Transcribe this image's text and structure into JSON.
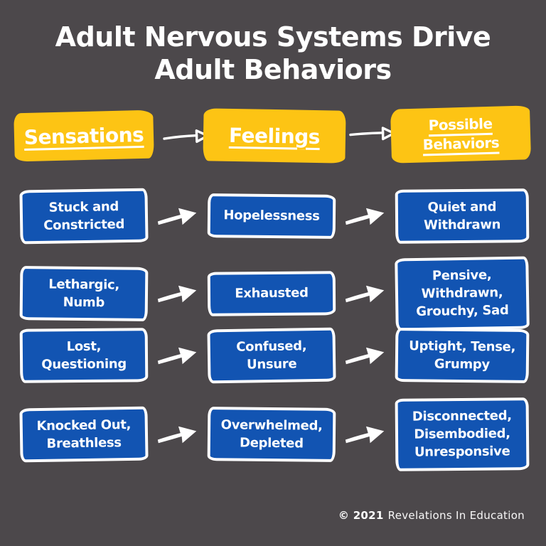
{
  "title": {
    "text": "Adult Nervous Systems Drive\nAdult Behaviors"
  },
  "header": {
    "columns": [
      {
        "id": "sensations",
        "label": "Sensations"
      },
      {
        "id": "feelings",
        "label": "Feelings"
      },
      {
        "id": "possible-behaviors",
        "label": "Possible\nBehaviors"
      }
    ]
  },
  "icons": {
    "header_arrow": "arrow-right-outline",
    "row_arrow": "arrow-right-solid"
  },
  "matrix": {
    "rows": [
      {
        "sensation": "Stuck and\nConstricted",
        "feeling": "Hopelessness",
        "behavior": "Quiet and\nWithdrawn"
      },
      {
        "sensation": "Lethargic,\nNumb",
        "feeling": "Exhausted",
        "behavior": "Pensive,\nWithdrawn,\nGrouchy, Sad"
      },
      {
        "sensation": "Lost,\nQuestioning",
        "feeling": "Confused,\nUnsure",
        "behavior": "Uptight, Tense,\nGrumpy"
      },
      {
        "sensation": "Knocked Out,\nBreathless",
        "feeling": "Overwhelmed,\nDepleted",
        "behavior": "Disconnected,\nDisembodied,\nUnresponsive"
      }
    ]
  },
  "footer": {
    "copyright": "© 2021",
    "brand": "Revelations In Education"
  },
  "colors": {
    "background": "#4C484B",
    "box_blue": "#1254B2",
    "highlight_yellow": "#FDC414",
    "text_white": "#FFFFFF"
  }
}
